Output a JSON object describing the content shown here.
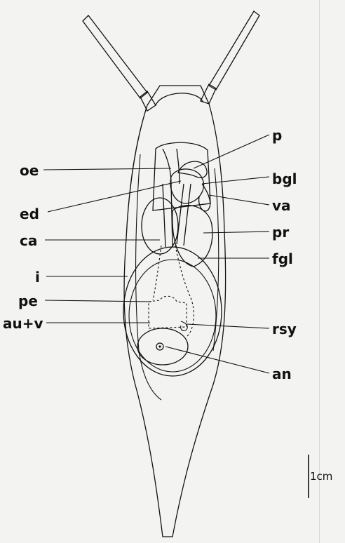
{
  "labels": {
    "oe": "oe",
    "ed": "ed",
    "ca": "ca",
    "i": "i",
    "pe": "pe",
    "au_v": "au+v",
    "p": "p",
    "bgl": "bgl",
    "va": "va",
    "pr": "pr",
    "fgl": "fgl",
    "rsy": "rsy",
    "an": "an"
  },
  "scale_bar": {
    "label": "1cm"
  },
  "colors": {
    "ink": "#111111",
    "paper": "#f3f3f1",
    "page_edge": "#d8d8d4"
  }
}
